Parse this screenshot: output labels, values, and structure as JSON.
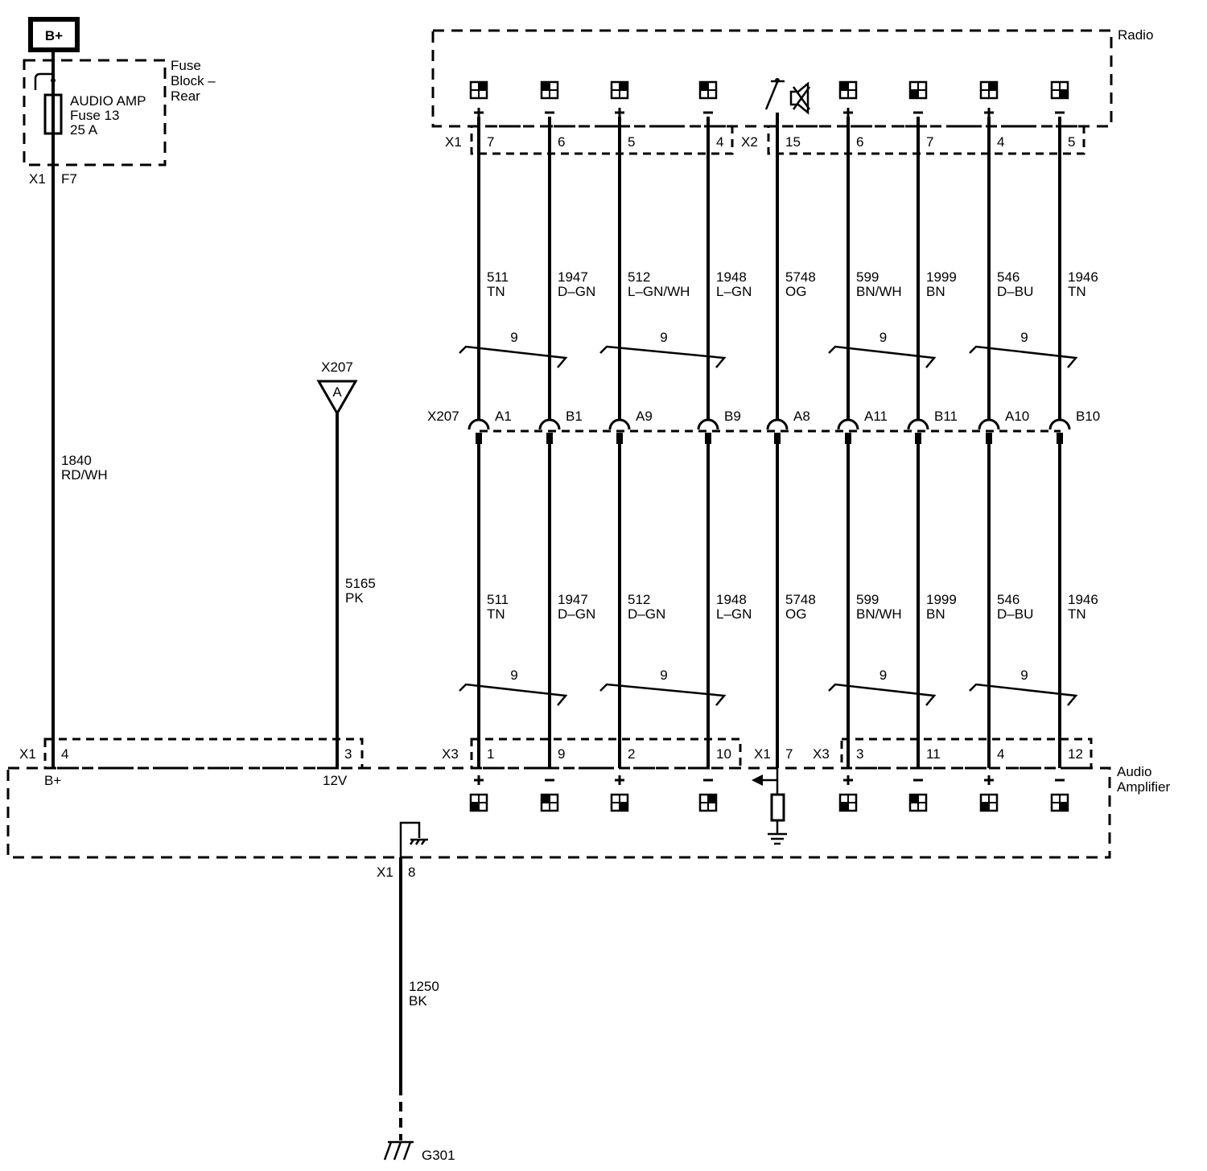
{
  "power": {
    "label": "B+"
  },
  "fuse_block": {
    "title": [
      "Fuse",
      "Block –",
      "Rear"
    ],
    "fuse": [
      "AUDIO AMP",
      "Fuse 13",
      "25 A"
    ],
    "conn": "X1",
    "pin": "F7"
  },
  "radio": {
    "title": "Radio",
    "conn_x1": "X1",
    "conn_x2": "X2",
    "top_pins": [
      "7",
      "6",
      "5",
      "4",
      "15",
      "6",
      "7",
      "4",
      "5"
    ]
  },
  "x207": {
    "label": "X207",
    "triangle_label": "X207",
    "triangle_letter": "A",
    "pins": [
      "A1",
      "B1",
      "A9",
      "B9",
      "A8",
      "A11",
      "B11",
      "A10",
      "B10"
    ]
  },
  "upper_wires": [
    {
      "circuit": "511",
      "color": "TN"
    },
    {
      "circuit": "1947",
      "color": "D–GN"
    },
    {
      "circuit": "512",
      "color": "L–GN/WH"
    },
    {
      "circuit": "1948",
      "color": "L–GN"
    },
    {
      "circuit": "5748",
      "color": "OG"
    },
    {
      "circuit": "599",
      "color": "BN/WH"
    },
    {
      "circuit": "1999",
      "color": "BN"
    },
    {
      "circuit": "546",
      "color": "D–BU"
    },
    {
      "circuit": "1946",
      "color": "TN"
    }
  ],
  "lower_wires": [
    {
      "circuit": "511",
      "color": "TN"
    },
    {
      "circuit": "1947",
      "color": "D–GN"
    },
    {
      "circuit": "512",
      "color": "D–GN"
    },
    {
      "circuit": "1948",
      "color": "L–GN"
    },
    {
      "circuit": "5748",
      "color": "OG"
    },
    {
      "circuit": "599",
      "color": "BN/WH"
    },
    {
      "circuit": "1999",
      "color": "BN"
    },
    {
      "circuit": "546",
      "color": "D–BU"
    },
    {
      "circuit": "1946",
      "color": "TN"
    }
  ],
  "twist_label": "9",
  "power_wire": {
    "circuit": "1840",
    "color": "RD/WH"
  },
  "pk_wire": {
    "circuit": "5165",
    "color": "PK"
  },
  "ground_wire": {
    "circuit": "1250",
    "color": "BK"
  },
  "amplifier": {
    "title": [
      "Audio",
      "Amplifier"
    ],
    "conn_x1": "X1",
    "conn_x3": "X3",
    "pin_bplus": "4",
    "pin_12v": "3",
    "bplus_label": "B+",
    "v12_label": "12V",
    "bottom_pins": [
      "1",
      "9",
      "2",
      "10",
      "7",
      "3",
      "11",
      "4",
      "12"
    ],
    "gnd_conn": "X1",
    "gnd_pin": "8"
  },
  "ground": {
    "label": "G301"
  },
  "polarity": [
    "+",
    "−",
    "+",
    "−",
    "",
    "+",
    "−",
    "+",
    "−"
  ]
}
